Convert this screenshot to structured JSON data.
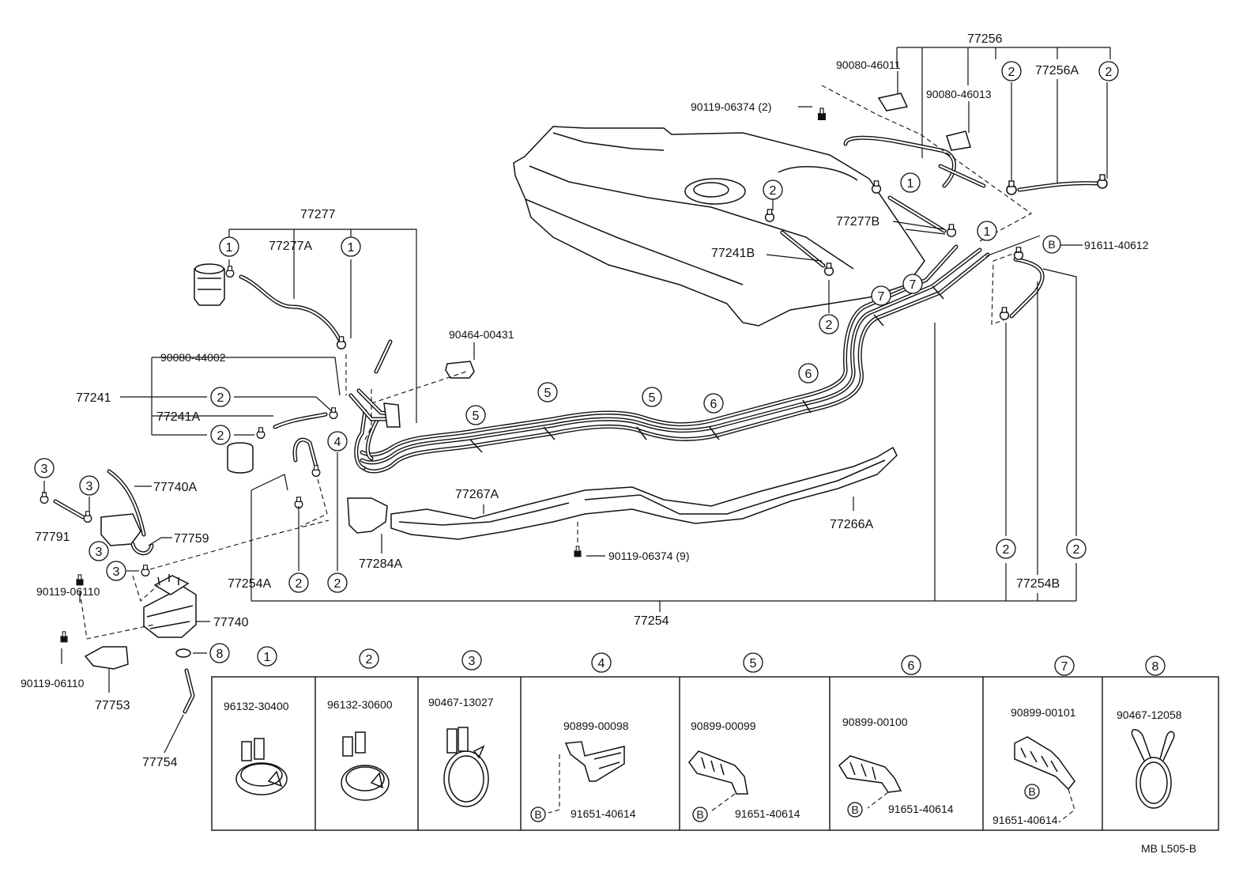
{
  "parts": {
    "p77256": "77256",
    "p90080_46011": "90080-46011",
    "p90119_06374_2": "90119-06374 (2)",
    "p90080_46013": "90080-46013",
    "p77256A": "77256A",
    "p77277": "77277",
    "p77277A": "77277A",
    "p77277B": "77277B",
    "p77241B": "77241B",
    "p91611_40612": "91611-40612",
    "p90464_00431": "90464-00431",
    "p90080_44002": "90080-44002",
    "p77241": "77241",
    "p77241A": "77241A",
    "p77740A": "77740A",
    "p77791": "77791",
    "p77759": "77759",
    "p90119_06110_a": "90119-06110",
    "p90119_06110_b": "90119-06110",
    "p77740": "77740",
    "p77753": "77753",
    "p77754": "77754",
    "p77254A": "77254A",
    "p77254": "77254",
    "p77254B": "77254B",
    "p77267A": "77267A",
    "p77284A": "77284A",
    "p77266A": "77266A",
    "p90119_06374_9": "90119-06374 (9)"
  },
  "callouts": {
    "c1": "1",
    "c2": "2",
    "c3": "3",
    "c4": "4",
    "c5": "5",
    "c6": "6",
    "c7": "7",
    "c8": "8",
    "cB": "B"
  },
  "legend": {
    "headers": [
      "1",
      "2",
      "3",
      "4",
      "5",
      "6",
      "7",
      "8"
    ],
    "cells": [
      {
        "part": "96132-30400"
      },
      {
        "part": "96132-30600"
      },
      {
        "part": "90467-13027"
      },
      {
        "part": "90899-00098",
        "bolt": "91651-40614"
      },
      {
        "part": "90899-00099",
        "bolt": "91651-40614"
      },
      {
        "part": "90899-00100",
        "bolt": "91651-40614"
      },
      {
        "part": "90899-00101",
        "bolt": "91651-40614"
      },
      {
        "part": "90467-12058"
      }
    ]
  },
  "footer": {
    "code": "MB  L505-B"
  }
}
